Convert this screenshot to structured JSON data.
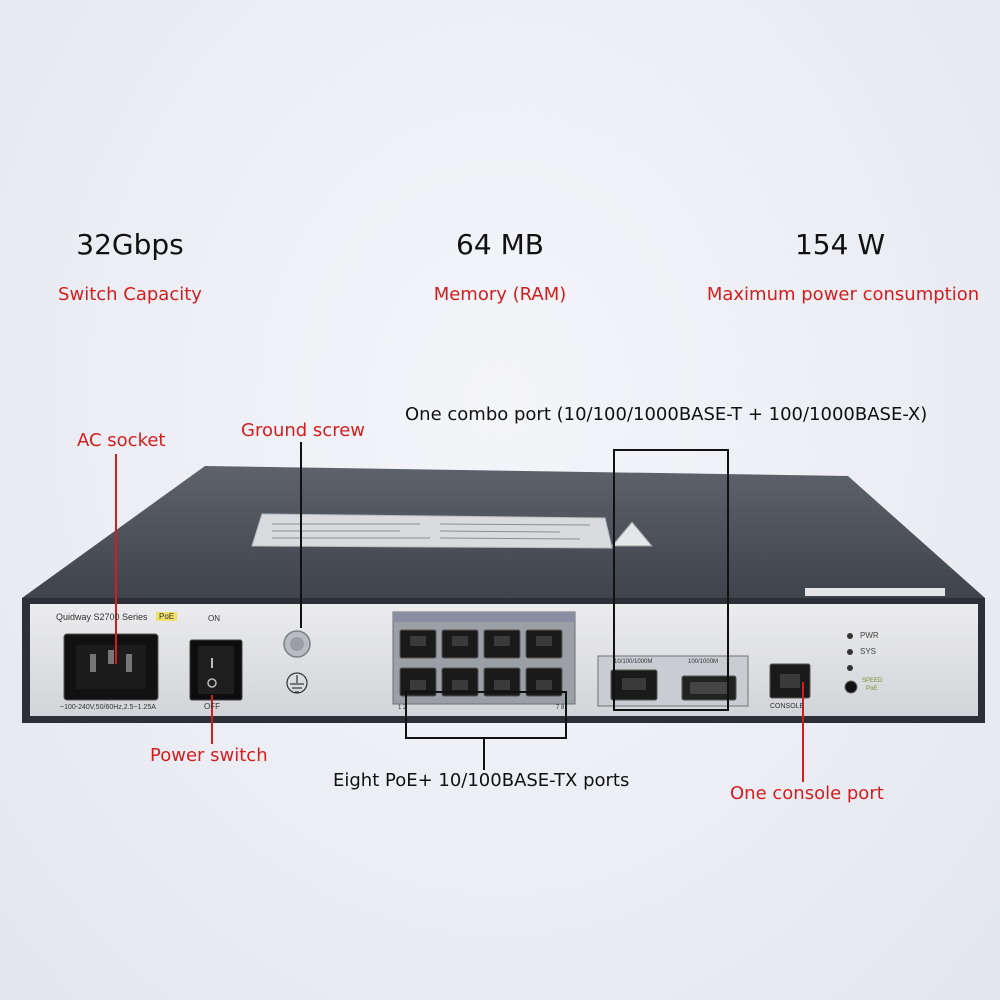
{
  "specs": [
    {
      "value": "32Gbps",
      "label": "Switch Capacity"
    },
    {
      "value": "64 MB",
      "label": "Memory (RAM)"
    },
    {
      "value": "154 W",
      "label": "Maximum power consumption"
    }
  ],
  "callouts": {
    "ac_socket": "AC socket",
    "ground_screw": "Ground screw",
    "combo_port": "One combo port (10/100/1000BASE-T + 100/1000BASE-X)",
    "power_switch": "Power switch",
    "poe_ports": "Eight PoE+ 10/100BASE-TX ports",
    "console_port": "One console port"
  },
  "device": {
    "model": "Quidway S2700 Series",
    "poe_badge": "PoE",
    "switch_on": "ON",
    "switch_off": "OFF",
    "power_rating": "~100-240V,50/60Hz,2.5~1.25A",
    "port_num_left": "1  2",
    "port_num_right": "7  8",
    "combo_label_copper": "10/100/1000M",
    "combo_label_fiber": "100/1000M",
    "console_label": "CONSOLE",
    "led_pwr": "PWR",
    "led_sys": "SYS",
    "led_speed": "SPEED",
    "led_poe": "PoE"
  },
  "colors": {
    "callout_red": "#d21e1e",
    "chassis_top": "#4a4f58",
    "front_panel": "#dfe1e4"
  }
}
